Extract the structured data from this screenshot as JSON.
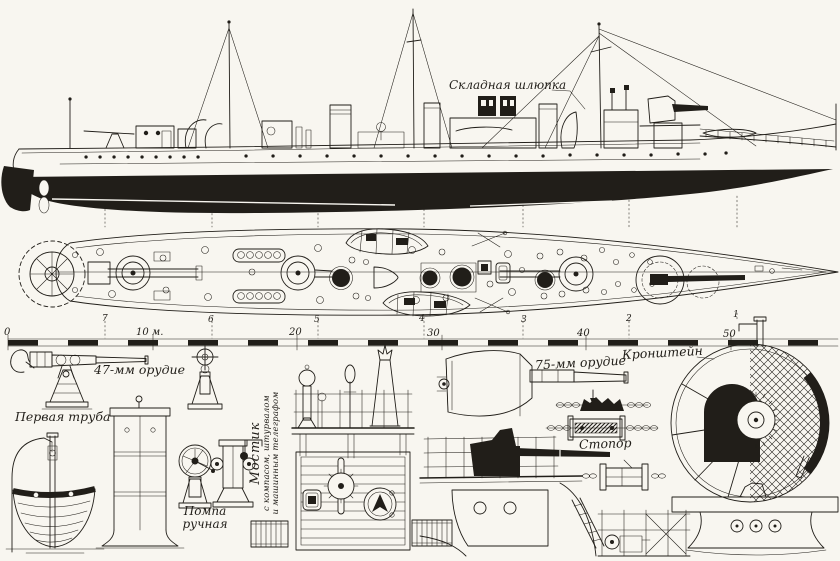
{
  "colors": {
    "paper": "#f8f6f0",
    "ink": "#211e19"
  },
  "labels": {
    "folding_boat": "Складная шлюпка",
    "gun_47mm": "47-мм орудие",
    "first_funnel": "Первая труба",
    "hand_pump_line1": "Помпа",
    "hand_pump_line2": "ручная",
    "bridge_line1": "Мостик",
    "bridge_line2": "с компасом, штурвалом",
    "bridge_line3": "и машинным телеграфом",
    "gun_75mm": "75-мм орудие",
    "bracket": "Кронштейн",
    "stopper": "Стопор"
  },
  "scale_bar": {
    "ticks": [
      "0",
      "10 м.",
      "20",
      "30",
      "40",
      "50"
    ],
    "stations": [
      "7",
      "6",
      "5",
      "4",
      "3",
      "2",
      "1"
    ]
  }
}
